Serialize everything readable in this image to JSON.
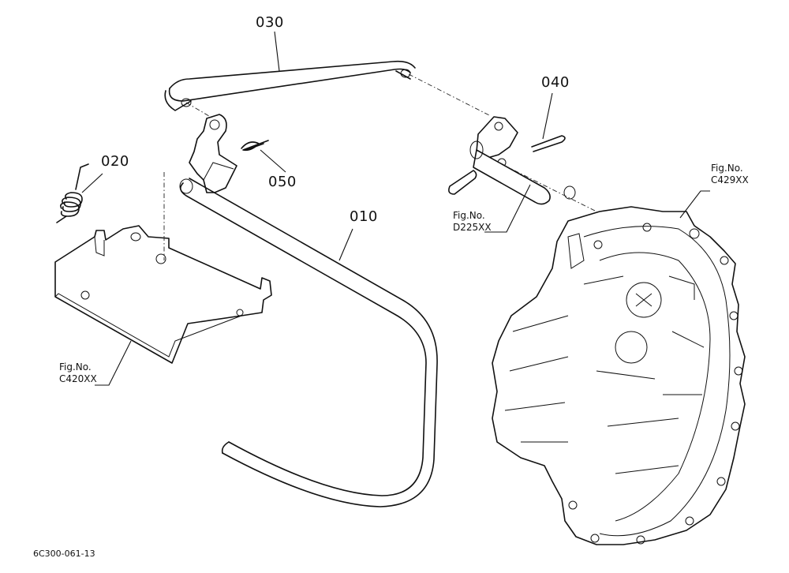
{
  "callouts": {
    "p010": "010",
    "p020": "020",
    "p030": "030",
    "p040": "040",
    "p050": "050"
  },
  "figure_refs": {
    "c420": {
      "line1": "Fig.No.",
      "line2": "C420XX"
    },
    "d225": {
      "line1": "Fig.No.",
      "line2": "D225XX"
    },
    "c429": {
      "line1": "Fig.No.",
      "line2": "C429XX"
    }
  },
  "drawing_code": "6C300-061-13"
}
